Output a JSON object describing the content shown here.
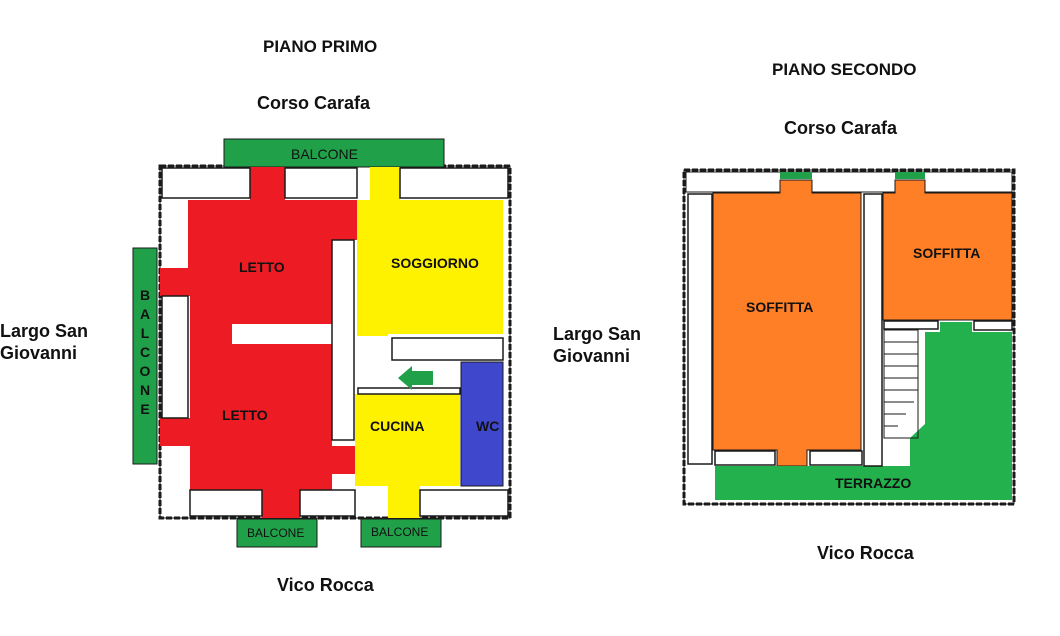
{
  "first_floor": {
    "title": "PIANO PRIMO",
    "street_top": "Corso Carafa",
    "street_left": "Largo San Giovanni",
    "street_bottom": "Vico Rocca",
    "rooms": {
      "balcone_top": "BALCONE",
      "balcone_left": "BALCONE",
      "balcone_bottom_left": "BALCONE",
      "balcone_bottom_right": "BALCONE",
      "letto_1": "LETTO",
      "letto_2": "LETTO",
      "soggiorno": "SOGGIORNO",
      "cucina": "CUCINA",
      "wc": "WC"
    }
  },
  "second_floor": {
    "title": "PIANO SECONDO",
    "street_top": "Corso Carafa",
    "street_left": "Largo San Giovanni",
    "street_bottom": "Vico Rocca",
    "rooms": {
      "soffitta_1": "SOFFITTA",
      "soffitta_2": "SOFFITTA",
      "terrazzo": "TERRAZZO"
    }
  },
  "colors": {
    "balcony_green": "#21a04a",
    "bedroom_red": "#ed1c24",
    "living_yellow": "#fff200",
    "wc_blue": "#3f48cc",
    "attic_orange": "#ff7f27",
    "terrace_green": "#22b14c",
    "wall": "#1a1a1a"
  }
}
